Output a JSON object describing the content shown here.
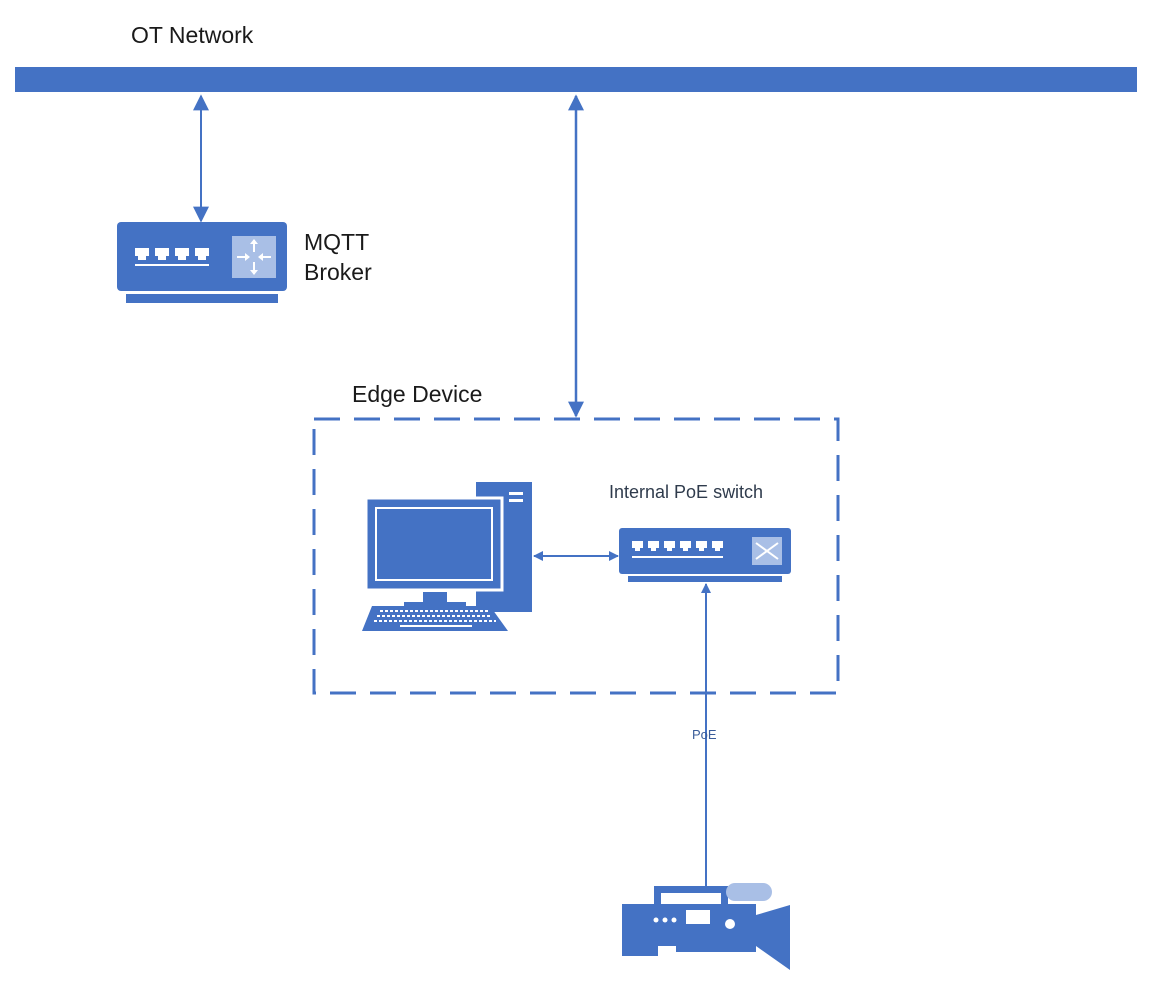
{
  "labels": {
    "ot_network": "OT Network",
    "mqtt_broker_line1": "MQTT",
    "mqtt_broker_line2": "Broker",
    "edge_device": "Edge Device",
    "internal_switch": "Internal PoE  switch",
    "poe_link": "PoE"
  },
  "nodes": [
    {
      "id": "ot-network-bus",
      "label": "OT Network",
      "icon": "network-bus"
    },
    {
      "id": "mqtt-broker",
      "label": "MQTT Broker",
      "icon": "router-icon"
    },
    {
      "id": "edge-device",
      "label": "Edge Device",
      "icon": "dashed-boundary"
    },
    {
      "id": "computer",
      "label": "",
      "icon": "desktop-computer-icon"
    },
    {
      "id": "internal-poe-switch",
      "label": "Internal PoE  switch",
      "icon": "network-switch-icon"
    },
    {
      "id": "camera",
      "label": "",
      "icon": "video-camera-icon"
    }
  ],
  "edges": [
    {
      "from": "ot-network-bus",
      "to": "mqtt-broker",
      "direction": "both",
      "label": ""
    },
    {
      "from": "ot-network-bus",
      "to": "edge-device",
      "direction": "both",
      "label": ""
    },
    {
      "from": "computer",
      "to": "internal-poe-switch",
      "direction": "both",
      "label": ""
    },
    {
      "from": "camera",
      "to": "internal-poe-switch",
      "direction": "forward",
      "label": "PoE"
    }
  ],
  "colors": {
    "primary": "#4472c4",
    "icon_light": "#ffffff",
    "icon_accent": "#a9bfe6",
    "text": "#1a1a1a"
  }
}
